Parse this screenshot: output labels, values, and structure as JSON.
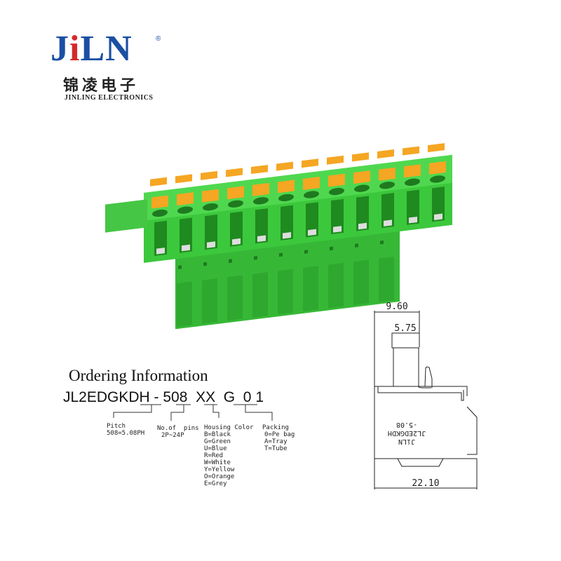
{
  "brand": {
    "logo_letters": [
      "J",
      "i",
      "L",
      "N"
    ],
    "registered": "®",
    "chinese_name": "锦凌电子",
    "english_name": "JINLING ELECTRONICS",
    "accent_blue": "#1b4fa3",
    "accent_red": "#d42a2a"
  },
  "product": {
    "pin_count_shown": 12,
    "body_color": "#3cc83c",
    "lever_color": "#f5a623"
  },
  "ordering": {
    "title": "Ordering Information",
    "part_prefix": "JL2EDGKDH - ",
    "codes": [
      "508",
      "XX",
      "G",
      "0",
      "1"
    ],
    "fields": [
      {
        "label": "Pitch",
        "options": [
          "508=5.08PH"
        ]
      },
      {
        "label": "No.of  pins",
        "options": [
          "2P~24P"
        ]
      },
      {
        "label": "Housing Color",
        "options": [
          "B=Black",
          "G=Green",
          "U=Blue",
          "R=Red",
          "W=White",
          "Y=Yellow",
          "O=Orange",
          "E=Grey"
        ]
      },
      {
        "label": "Packing",
        "options": [
          "0=Pe bag",
          "A=Tray",
          "T=Tube"
        ]
      }
    ]
  },
  "drawing": {
    "dim_top": "9.60",
    "dim_inner": "5.75",
    "dim_bottom": "22.10",
    "marking": [
      "JiLN",
      "JL2EDGKDH",
      "-5.08"
    ]
  }
}
